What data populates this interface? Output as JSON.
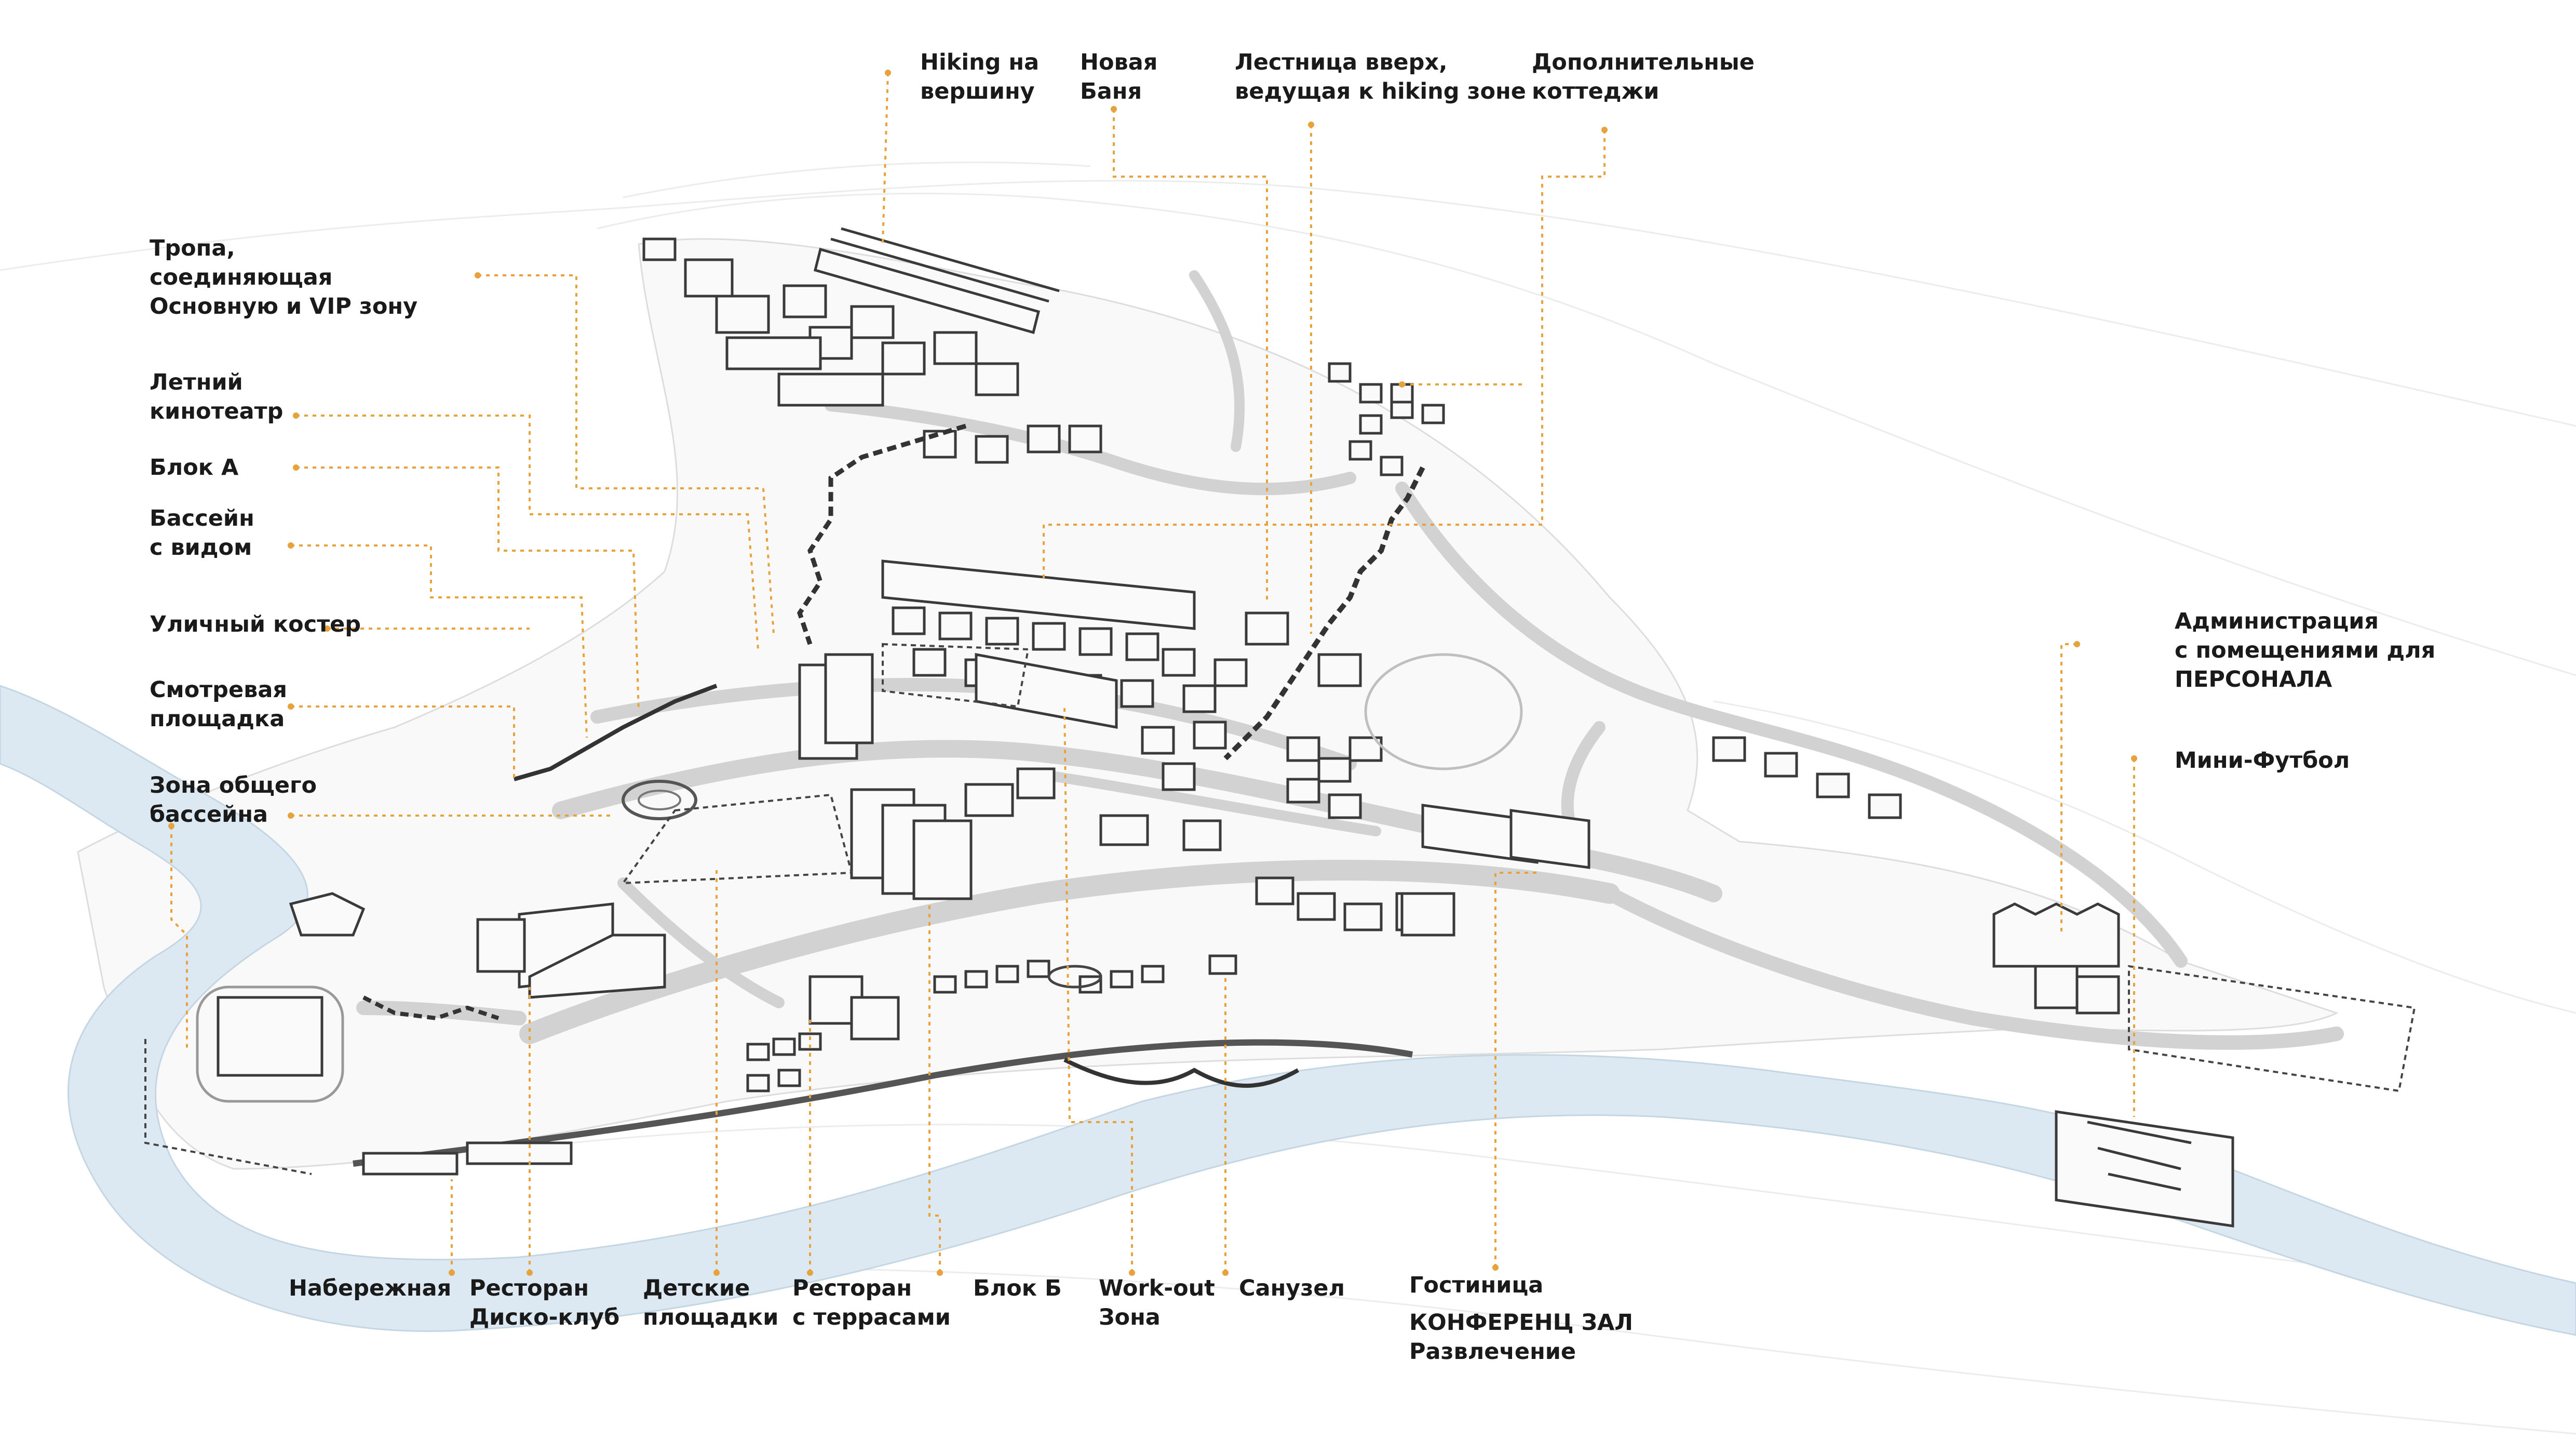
{
  "colors": {
    "background": "#ffffff",
    "river": "#dde9f2",
    "road": "#d2d2d2",
    "building": "#fafafa",
    "building_stroke": "#3a3a3a",
    "leader": "#e8a23c",
    "text": "#1a1a1a"
  },
  "labels": {
    "hiking": [
      "Hiking на",
      "вершину"
    ],
    "new_banya": [
      "Новая",
      "Баня"
    ],
    "stairs": [
      "Лестница вверх,",
      "ведущая к hiking зоне"
    ],
    "cottages": [
      "Дополнительные",
      "коттеджи"
    ],
    "trail": [
      "Тропа,",
      "соединяющая",
      "Основную и VIP зону"
    ],
    "cinema": [
      "Летний",
      "кинотеатр"
    ],
    "block_a": [
      "Блок А"
    ],
    "pool_view": [
      "Бассейн",
      "с видом"
    ],
    "bonfire": [
      "Уличный костер"
    ],
    "viewpoint": [
      "Смотревая",
      "площадка"
    ],
    "common_pool": [
      "Зона общего",
      "бассейна"
    ],
    "admin": [
      "Администрация",
      "с помещениями для",
      "ПЕРСОНАЛА"
    ],
    "minifootball": [
      "Мини-Футбол"
    ],
    "embankment": [
      "Набережная"
    ],
    "restaurant_disco": [
      "Ресторан",
      "Диско-клуб"
    ],
    "playgrounds": [
      "Детские",
      "площадки"
    ],
    "restaurant_terrace": [
      "Ресторан",
      "с террасами"
    ],
    "block_b": [
      "Блок Б"
    ],
    "workout": [
      "Work-out",
      "Зона"
    ],
    "wc": [
      "Санузел"
    ],
    "hotel": [
      "Гостиница"
    ],
    "conference": [
      "КОНФЕРЕНЦ ЗАЛ",
      "Развлечение"
    ]
  }
}
